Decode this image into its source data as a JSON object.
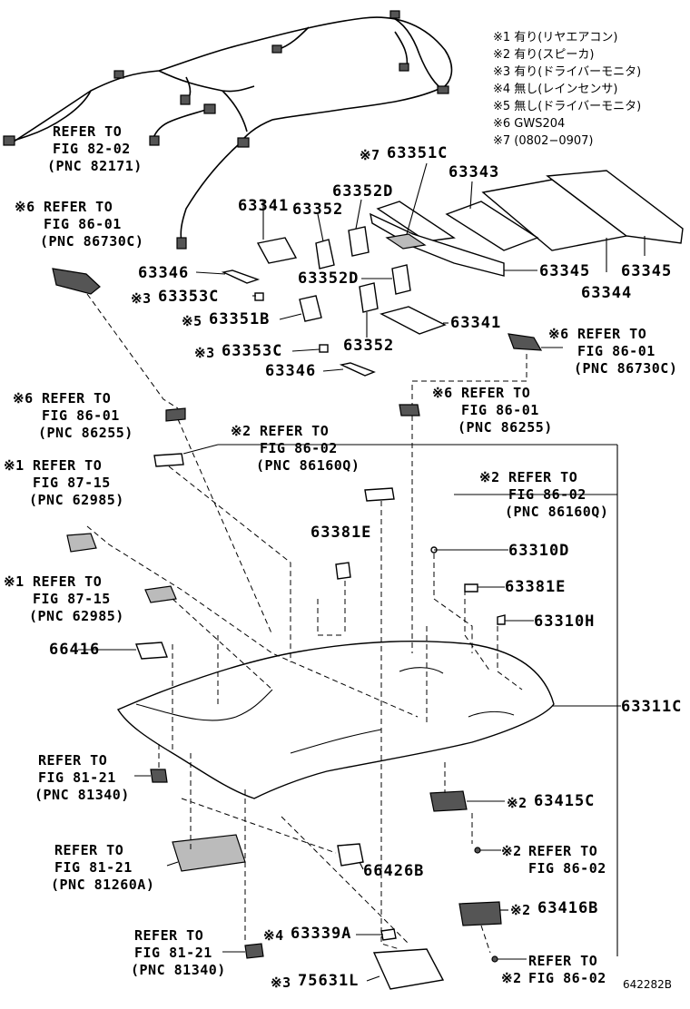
{
  "notes": [
    "※1 有り(リヤエアコン)",
    "※2 有り(スピーカ)",
    "※3 有り(ドライバーモニタ)",
    "※4 無し(レインセンサ)",
    "※5 無し(ドライバーモニタ)",
    "※6 GWS204",
    "※7 (0802−0907)"
  ],
  "refs": {
    "r1": {
      "line1": "REFER TO",
      "line2": "FIG 82-02",
      "line3": "(PNC 82171)"
    },
    "r2": {
      "mark": "※6",
      "line1": "REFER TO",
      "line2": "FIG 86-01",
      "line3": "(PNC 86730C)"
    },
    "r3": {
      "mark": "※6",
      "line1": "REFER TO",
      "line2": "FIG 86-01",
      "line3": "(PNC 86730C)"
    },
    "r4": {
      "mark": "※6",
      "line1": "REFER TO",
      "line2": "FIG 86-01",
      "line3": "(PNC 86255)"
    },
    "r5": {
      "mark": "※6",
      "line1": "REFER TO",
      "line2": "FIG 86-01",
      "line3": "(PNC 86255)"
    },
    "r6": {
      "mark": "※2",
      "line1": "REFER TO",
      "line2": "FIG 86-02",
      "line3": "(PNC 86160Q)"
    },
    "r7": {
      "mark": "※1",
      "line1": "REFER TO",
      "line2": "FIG 87-15",
      "line3": "(PNC 62985)"
    },
    "r8": {
      "mark": "※2",
      "line1": "REFER TO",
      "line2": "FIG 86-02",
      "line3": "(PNC 86160Q)"
    },
    "r9": {
      "mark": "※1",
      "line1": "REFER TO",
      "line2": "FIG 87-15",
      "line3": "(PNC 62985)"
    },
    "r10": {
      "line1": "REFER TO",
      "line2": "FIG 81-21",
      "line3": "(PNC 81340)"
    },
    "r11": {
      "line1": "REFER TO",
      "line2": "FIG 81-21",
      "line3": "(PNC 81260A)"
    },
    "r12": {
      "line1": "REFER TO",
      "line2": "FIG 81-21",
      "line3": "(PNC 81340)"
    },
    "r13": {
      "mark": "※2",
      "line1": "REFER TO",
      "line2": "FIG 86-02"
    },
    "r14": {
      "mark": "※2",
      "line1": "REFER TO",
      "line2": "FIG 86-02"
    }
  },
  "parts": {
    "p63351C": {
      "mark": "※7",
      "label": "63351C"
    },
    "p63343": "63343",
    "p63341a": "63341",
    "p63352D_a": "63352D",
    "p63352_a": "63352",
    "p63346_a": "63346",
    "p63352D_b": "63352D",
    "p63345_a": "63345",
    "p63345_b": "63345",
    "p63344": "63344",
    "p63353C_a": {
      "mark": "※3",
      "label": "63353C"
    },
    "p63351B": {
      "mark": "※5",
      "label": "63351B"
    },
    "p63341b": "63341",
    "p63353C_b": {
      "mark": "※3",
      "label": "63353C"
    },
    "p63352_b": "63352",
    "p63346_b": "63346",
    "p63381E_a": "63381E",
    "p63310D": "63310D",
    "p63381E_b": "63381E",
    "p63310H": "63310H",
    "p66416": "66416",
    "p63311C": "63311C",
    "p63415C": {
      "mark": "※2",
      "label": "63415C"
    },
    "p66426B": "66426B",
    "p63416B": {
      "mark": "※2",
      "label": "63416B"
    },
    "p63339A": {
      "mark": "※4",
      "label": "63339A"
    },
    "p75631L": {
      "mark": "※3",
      "label": "75631L"
    }
  },
  "figure_id": "642282B"
}
